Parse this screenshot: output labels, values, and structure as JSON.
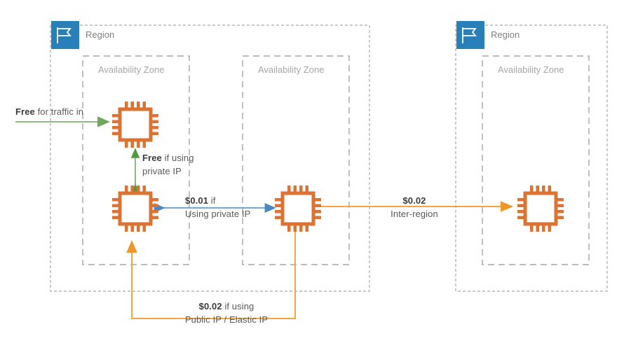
{
  "diagram": {
    "title": "AWS data transfer pricing diagram",
    "colors": {
      "region_icon_bg": "#2980B9",
      "instance": "#DD7333",
      "arrow_green": "#8DBC7E",
      "arrow_blue": "#5B9BD5",
      "arrow_orange": "#F5A63C",
      "box_border": "#A6A6A6",
      "text": "#595959"
    },
    "regions": [
      {
        "label": "Region",
        "icon": "flag-icon"
      },
      {
        "label": "Region",
        "icon": "flag-icon"
      }
    ],
    "zones": [
      {
        "label": "Availability Zone"
      },
      {
        "label": "Availability Zone"
      },
      {
        "label": "Availability Zone"
      }
    ],
    "instances": [
      {
        "name": "instance-a1",
        "icon": "cpu-icon"
      },
      {
        "name": "instance-a2",
        "icon": "cpu-icon"
      },
      {
        "name": "instance-b1",
        "icon": "cpu-icon"
      },
      {
        "name": "instance-c1",
        "icon": "cpu-icon"
      }
    ],
    "flows": [
      {
        "name": "traffic-in",
        "color": "#8DBC7E",
        "price_bold": "Free",
        "rest": " for traffic in",
        "line2": ""
      },
      {
        "name": "intra-az-private-ip",
        "color": "#8DBC7E",
        "price_bold": "Free",
        "rest": " if using",
        "line2": "private IP"
      },
      {
        "name": "inter-az-private-ip",
        "color": "#5B9BD5",
        "price_bold": "$0.01",
        "rest": " if",
        "line2": "Using private IP"
      },
      {
        "name": "inter-region",
        "color": "#F5A63C",
        "price_bold": "$0.02",
        "rest": "",
        "line2": "Inter-region"
      },
      {
        "name": "public-elastic-ip",
        "color": "#F5A63C",
        "price_bold": "$0.02",
        "rest": " if using",
        "line2": "Public IP / Elastic IP"
      }
    ]
  }
}
